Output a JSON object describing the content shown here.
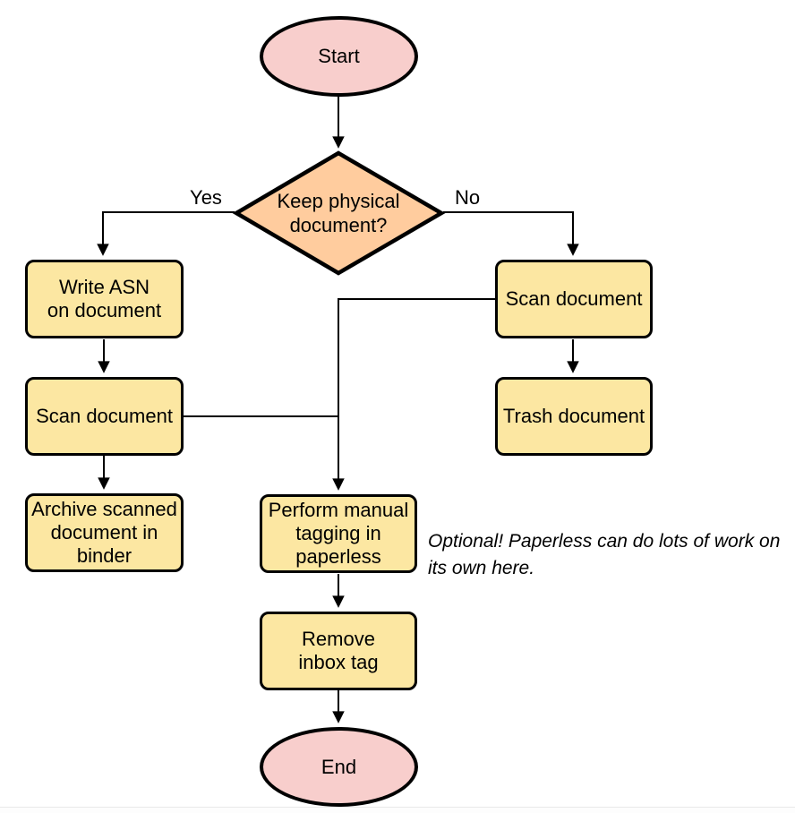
{
  "colors": {
    "terminal_fill": "#f8cecc",
    "decision_fill": "#ffcc9e",
    "process_fill": "#fce7a2",
    "stroke": "#000000",
    "background": "#ffffff"
  },
  "nodes": {
    "start": {
      "lines": [
        "Start"
      ]
    },
    "decision": {
      "lines": [
        "Keep physical",
        "document?"
      ]
    },
    "write_asn": {
      "lines": [
        "Write ASN",
        "on document"
      ]
    },
    "scan_left": {
      "lines": [
        "Scan document"
      ]
    },
    "archive": {
      "lines": [
        "Archive scanned",
        "document in",
        "binder"
      ]
    },
    "scan_right": {
      "lines": [
        "Scan document"
      ]
    },
    "trash": {
      "lines": [
        "Trash document"
      ]
    },
    "tagging": {
      "lines": [
        "Perform manual",
        "tagging in",
        "paperless"
      ]
    },
    "remove_inbox": {
      "lines": [
        "Remove",
        "inbox tag"
      ]
    },
    "end": {
      "lines": [
        "End"
      ]
    }
  },
  "edge_labels": {
    "yes": "Yes",
    "no": "No"
  },
  "annotation": {
    "lines": [
      "Optional! Paperless can do lots of work on",
      "its own here."
    ]
  }
}
